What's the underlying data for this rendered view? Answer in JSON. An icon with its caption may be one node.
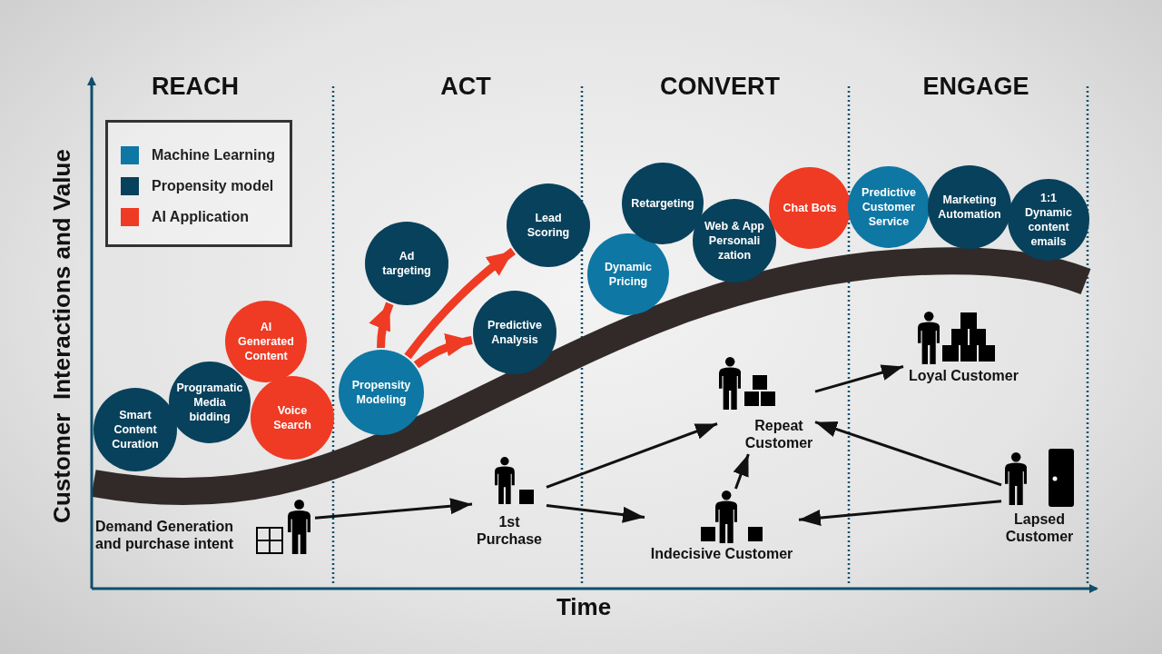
{
  "diagram": {
    "nodes": [
      {
        "text": [
          "Smart Content Curation"
        ]
      },
      {
        "text": [
          "Programatic Media bidding"
        ]
      },
      {
        "text": [
          "AI Generated Content"
        ]
      },
      {
        "text": [
          "Voice Search"
        ]
      },
      {
        "text": [
          "Propensity Modeling"
        ]
      },
      {
        "text": [
          "Ad targeting"
        ]
      },
      {
        "text": [
          "Lead Scoring"
        ]
      },
      {
        "text": [
          "Predictive Analysis"
        ]
      },
      {
        "text": [
          "Dynamic Pricing"
        ]
      },
      {
        "text": [
          "Retargeting"
        ]
      },
      {
        "text": [
          "Web & App Personali zation"
        ]
      },
      {
        "text": [
          "Chat Bots"
        ]
      },
      {
        "text": [
          "Predictive Customer Service"
        ]
      },
      {
        "text": [
          "Marketing Automation"
        ]
      },
      {
        "text": [
          "1:1 Dynamic content emails"
        ]
      },
      {
        "text": [
          "Demand Generation and purchase intent"
        ]
      },
      {
        "text": [
          "1st Purchase"
        ]
      },
      {
        "text": [
          "Repeat Customer"
        ]
      },
      {
        "text": [
          "Indecisive Customer"
        ]
      },
      {
        "text": [
          "Loyal Customer"
        ]
      },
      {
        "text": [
          "Lapsed Customer"
        ]
      }
    ],
    "edges": [
      {
        "from": 4,
        "to": 5,
        "arrow": "to",
        "style": "thick",
        "color": "#ef3a24"
      },
      {
        "from": 4,
        "to": 6,
        "arrow": "to",
        "style": "thick",
        "color": "#ef3a24"
      },
      {
        "from": 4,
        "to": 7,
        "arrow": "to",
        "style": "thick",
        "color": "#ef3a24"
      },
      {
        "from": 15,
        "to": 16,
        "arrow": "to"
      },
      {
        "from": 16,
        "to": 17,
        "arrow": "to"
      },
      {
        "from": 16,
        "to": 18,
        "arrow": "to"
      },
      {
        "from": 18,
        "to": 17,
        "arrow": "to"
      },
      {
        "from": 17,
        "to": 19,
        "arrow": "to"
      },
      {
        "from": 20,
        "to": 17,
        "arrow": "to"
      },
      {
        "from": 20,
        "to": 18,
        "arrow": "to"
      }
    ],
    "labels": [
      "REACH",
      "ACT",
      "CONVERT",
      "ENGAGE",
      "Customer  Interactions and Value",
      "Time"
    ],
    "legend": [
      {
        "text": "Machine Learning",
        "color": "#0e77a4"
      },
      {
        "text": "Propensity model",
        "color": "#08415c"
      },
      {
        "text": "AI Application",
        "color": "#ef3a24"
      }
    ]
  }
}
